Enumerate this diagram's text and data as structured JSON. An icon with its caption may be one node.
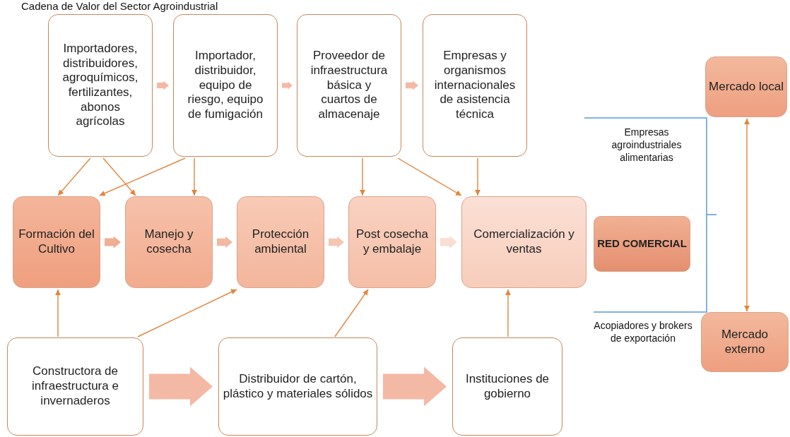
{
  "diagram": {
    "title": "Cadena de Valor del Sector Agroindustrial",
    "nodes": [
      {
        "text": [
          "Importadores, distribuidores, agroquímicos, fertilizantes, abonos agrícolas"
        ]
      },
      {
        "text": [
          "Importador, distribuidor, equipo de riesgo, equipo de fumigación"
        ]
      },
      {
        "text": [
          "Proveedor de infraestructura básica y cuartos de almacenaje"
        ]
      },
      {
        "text": [
          "Empresas y organismos internacionales de asistencia técnica"
        ]
      },
      {
        "text": [
          "Formación del Cultivo"
        ]
      },
      {
        "text": [
          "Manejo y cosecha"
        ]
      },
      {
        "text": [
          "Protección ambiental"
        ]
      },
      {
        "text": [
          "Post cosecha y embalaje"
        ]
      },
      {
        "text": [
          "Comercialización y ventas"
        ]
      },
      {
        "text": [
          "RED COMERCIAL"
        ]
      },
      {
        "text": [
          "Mercado local"
        ]
      },
      {
        "text": [
          "Mercado externo"
        ]
      },
      {
        "text": [
          "Constructora de infraestructura e invernaderos"
        ]
      },
      {
        "text": [
          "Distribuidor de cartón, plástico y materiales sólidos"
        ]
      },
      {
        "text": [
          "Instituciones de gobierno"
        ]
      }
    ],
    "edges": [
      {
        "from": 0,
        "to": 1,
        "arrow": "to",
        "style": "thick",
        "color": "#f4b9a4"
      },
      {
        "from": 1,
        "to": 2,
        "arrow": "to",
        "style": "thick",
        "color": "#f4b9a4"
      },
      {
        "from": 2,
        "to": 3,
        "arrow": "to",
        "style": "thick",
        "color": "#f4b9a4"
      },
      {
        "from": 0,
        "to": 4,
        "arrow": "to"
      },
      {
        "from": 0,
        "to": 5,
        "arrow": "to"
      },
      {
        "from": 1,
        "to": 4,
        "arrow": "to"
      },
      {
        "from": 1,
        "to": 5,
        "arrow": "to"
      },
      {
        "from": 2,
        "to": 7,
        "arrow": "to"
      },
      {
        "from": 2,
        "to": 8,
        "arrow": "to"
      },
      {
        "from": 3,
        "to": 8,
        "arrow": "to"
      },
      {
        "from": 4,
        "to": 5,
        "arrow": "to",
        "style": "thick",
        "color": "#f0ae94"
      },
      {
        "from": 5,
        "to": 6,
        "arrow": "to",
        "style": "thick",
        "color": "#f2b8a0"
      },
      {
        "from": 6,
        "to": 7,
        "arrow": "to",
        "style": "thick",
        "color": "#f5c6b2"
      },
      {
        "from": 7,
        "to": 8,
        "arrow": "to",
        "style": "thick",
        "color": "#f9ded3"
      },
      {
        "from": 12,
        "to": 4,
        "arrow": "to"
      },
      {
        "from": 12,
        "to": 6,
        "arrow": "to"
      },
      {
        "from": 13,
        "to": 7,
        "arrow": "to"
      },
      {
        "from": 14,
        "to": 8,
        "arrow": "to"
      },
      {
        "from": 12,
        "to": 13,
        "arrow": "to",
        "style": "thick",
        "color": "#f4b9a4"
      },
      {
        "from": 13,
        "to": 14,
        "arrow": "to",
        "style": "thick",
        "color": "#f4b9a4"
      },
      {
        "from": 10,
        "to": 11,
        "arrow": "both"
      }
    ],
    "labels": [
      "Empresas agroindustriales alimentarias",
      "Acopiadores y brokers de exportación"
    ]
  }
}
